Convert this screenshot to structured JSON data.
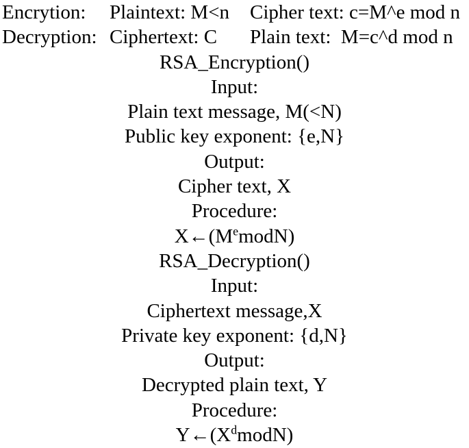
{
  "colors": {
    "background": "#ffffff",
    "text": "#000000"
  },
  "summary": {
    "encryption": {
      "label": "Encrytion:",
      "plaintext": "Plaintext: M<n",
      "ciphertext": "Cipher text: c=M^e mod n"
    },
    "decryption": {
      "label": "Decryption:",
      "ciphertext": "Ciphertext: C",
      "plaintext": "Plain text:  M=c^d mod n"
    }
  },
  "encryption_routine": {
    "title": "RSA_Encryption()",
    "input_label": "Input:",
    "inputs": [
      "Plain text message, M(<N)",
      "Public key exponent: {e,N}"
    ],
    "output_label": "Output:",
    "output": "Cipher text, X",
    "procedure_label": "Procedure:",
    "formula": {
      "pre": "X←(M",
      "sup": "e",
      "post": "modN)"
    }
  },
  "decryption_routine": {
    "title": "RSA_Decryption()",
    "input_label": "Input:",
    "inputs": [
      "Ciphertext message,X",
      "Private key exponent: {d,N}"
    ],
    "output_label": "Output:",
    "output": "Decrypted plain text, Y",
    "procedure_label": "Procedure:",
    "formula": {
      "pre": "Y←(X",
      "sup": "d",
      "post": "modN)"
    }
  }
}
